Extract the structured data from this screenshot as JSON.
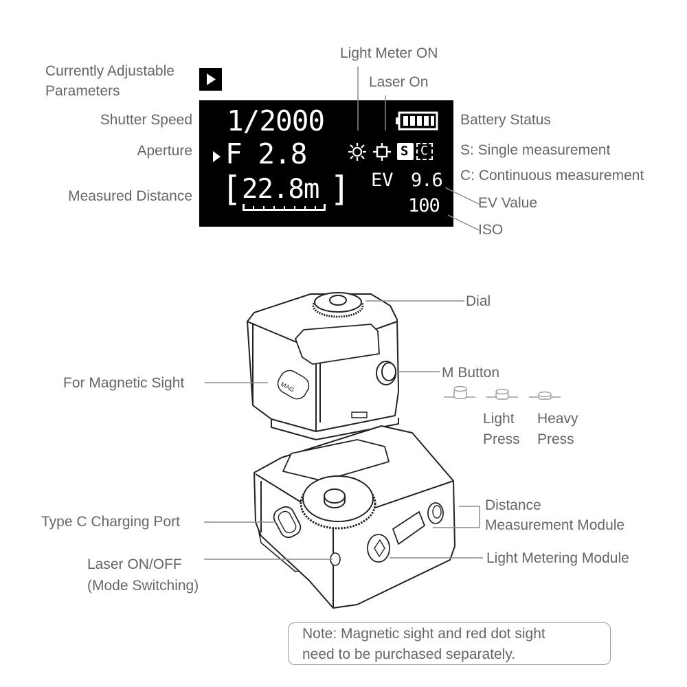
{
  "display": {
    "shutter": "1/2000",
    "aperture": "F 2.8",
    "distance": "22.8m",
    "ev_label": "EV",
    "ev_value": "9.6",
    "iso_value": "100",
    "single_mode": "S",
    "continuous_mode": "C"
  },
  "labels": {
    "adjustable_line1": "Currently Adjustable",
    "adjustable_line2": "Parameters",
    "shutter_speed": "Shutter Speed",
    "aperture": "Aperture",
    "measured_distance": "Measured Distance",
    "light_meter_on": "Light Meter ON",
    "laser_on": "Laser On",
    "battery_status": "Battery Status",
    "single_measurement": "S: Single measurement",
    "continuous_measurement": "C: Continuous measurement",
    "ev_value": "EV Value",
    "iso": "ISO",
    "dial": "Dial",
    "m_button": "M Button",
    "light_press_line1": "Light",
    "light_press_line2": "Press",
    "heavy_press_line1": "Heavy",
    "heavy_press_line2": "Press",
    "magnetic_sight": "For Magnetic Sight",
    "mag_marking": "MAG",
    "type_c_port": "Type C Charging Port",
    "laser_onoff_line1": "Laser ON/OFF",
    "laser_onoff_line2": "(Mode Switching)",
    "distance_module_line1": "Distance",
    "distance_module_line2": "Measurement Module",
    "light_metering_module": "Light Metering Module"
  },
  "note": {
    "line1": "Note: Magnetic sight and red dot sight",
    "line2": "need to be purchased separately."
  },
  "icons": {
    "selector": "play-triangle-icon",
    "light_meter": "sun-icon",
    "laser": "crosshair-icon",
    "battery": "battery-icon"
  },
  "colors": {
    "lcd_background": "#000000",
    "lcd_foreground": "#ffffff",
    "label_text": "#666666",
    "leader_line": "#8c8c8c",
    "device_outline": "#222222"
  }
}
